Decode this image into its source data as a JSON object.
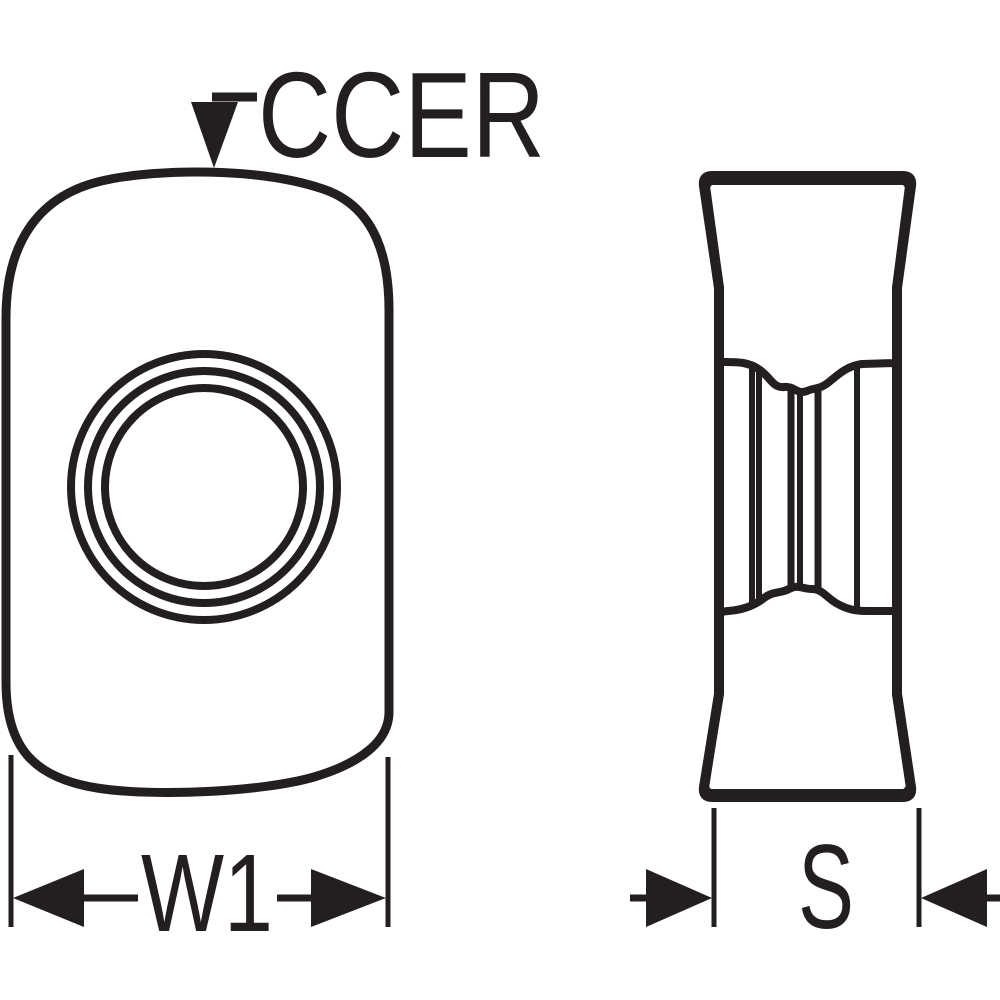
{
  "diagram": {
    "callout": {
      "label": "CCER"
    },
    "dimensions": {
      "front_width": {
        "label": "W1"
      },
      "side_thickness": {
        "label": "S"
      }
    },
    "colors": {
      "insert_yellow": "#FFD900",
      "line_black": "#231F20",
      "hole_white": "#FFFFFF"
    }
  }
}
